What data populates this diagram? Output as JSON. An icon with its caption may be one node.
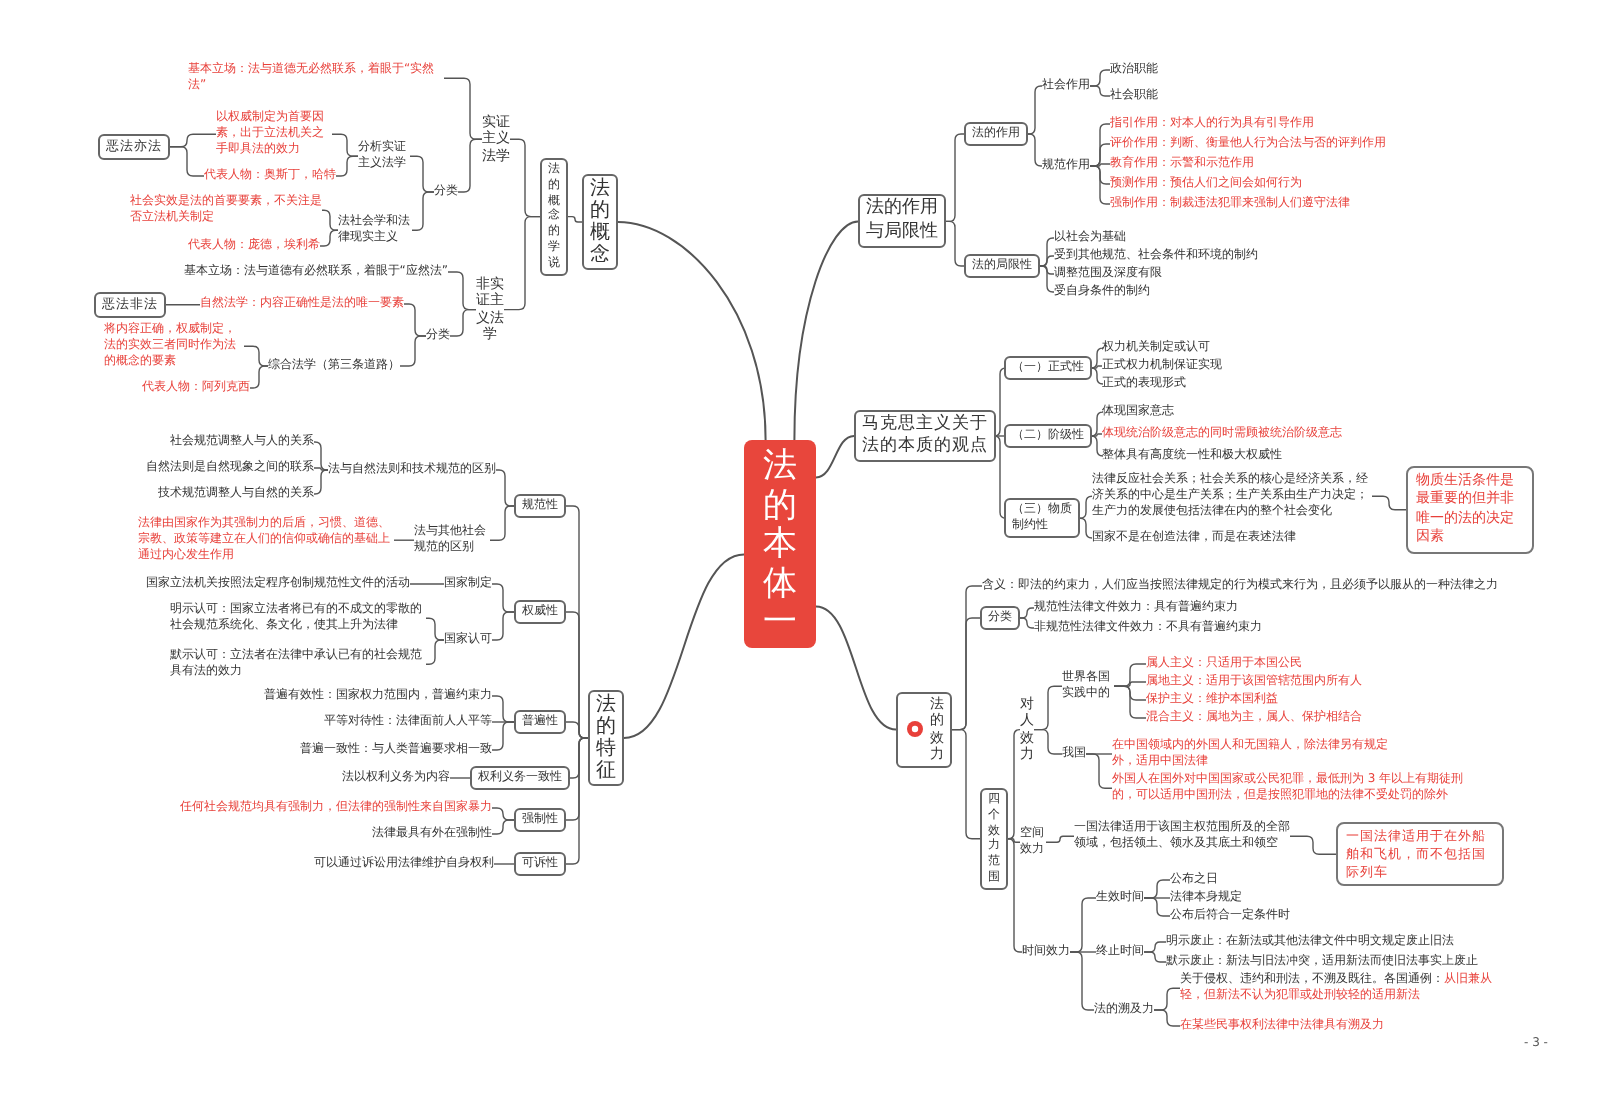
{
  "diagram": {
    "nodes": [
      {
        "text": [
          "法的本体一"
        ]
      },
      {
        "text": [
          "法的概念"
        ]
      },
      {
        "text": [
          "法的概念的学说"
        ]
      },
      {
        "text": [
          "实证主义法学"
        ]
      },
      {
        "text": [
          "非实证主义法学"
        ]
      },
      {
        "text": [
          "基本立场：法与道德无必然联系，着眼于“实然法”"
        ]
      },
      {
        "text": [
          "分类"
        ]
      },
      {
        "text": [
          "分析实证主义法学"
        ]
      },
      {
        "text": [
          "以权威制定为首要因素，出于立法机关之手即具法的效力"
        ]
      },
      {
        "text": [
          "代表人物：奥斯丁，哈特"
        ]
      },
      {
        "text": [
          "恶法亦法"
        ]
      },
      {
        "text": [
          "法社会学和法律现实主义"
        ]
      },
      {
        "text": [
          "社会实效是法的首要要素，不关注是否立法机关制定"
        ]
      },
      {
        "text": [
          "代表人物：庞德，埃利希"
        ]
      },
      {
        "text": [
          "基本立场：法与道德有必然联系，着眼于“应然法”"
        ]
      },
      {
        "text": [
          "恶法非法"
        ]
      },
      {
        "text": [
          "自然法学：内容正确性是法的唯一要素"
        ]
      },
      {
        "text": [
          "分类"
        ]
      },
      {
        "text": [
          "将内容正确，权威制定，法的实效三者同时作为法的概念的要素"
        ]
      },
      {
        "text": [
          "综合法学（第三条道路）"
        ]
      },
      {
        "text": [
          "代表人物：阿列克西"
        ]
      },
      {
        "text": [
          "法的特征"
        ]
      },
      {
        "text": [
          "规范性"
        ]
      },
      {
        "text": [
          "法与自然法则和技术规范的区别"
        ]
      },
      {
        "text": [
          "社会规范调整人与人的关系"
        ]
      },
      {
        "text": [
          "自然法则是自然现象之间的联系"
        ]
      },
      {
        "text": [
          "技术规范调整人与自然的关系"
        ]
      },
      {
        "text": [
          "法与其他社会规范的区别"
        ]
      },
      {
        "text": [
          "法律由国家作为其强制力的后盾，习惯、道德、宗教、政策等建立在人们的信仰或确信的基础上通过内心发生作用"
        ]
      },
      {
        "text": [
          "权威性"
        ]
      },
      {
        "text": [
          "国家制定"
        ]
      },
      {
        "text": [
          "国家立法机关按照法定程序创制规范性文件的活动"
        ]
      },
      {
        "text": [
          "国家认可"
        ]
      },
      {
        "text": [
          "明示认可：国家立法者将已有的不成文的零散的社会规范系统化、条文化，使其上升为法律"
        ]
      },
      {
        "text": [
          "默示认可：立法者在法律中承认已有的社会规范具有法的效力"
        ]
      },
      {
        "text": [
          "普遍性"
        ]
      },
      {
        "text": [
          "普遍有效性：国家权力范围内，普遍约束力"
        ]
      },
      {
        "text": [
          "平等对待性：法律面前人人平等"
        ]
      },
      {
        "text": [
          "普遍一致性：与人类普遍要求相一致"
        ]
      },
      {
        "text": [
          "权利义务一致性"
        ]
      },
      {
        "text": [
          "法以权利义务为内容"
        ]
      },
      {
        "text": [
          "强制性"
        ]
      },
      {
        "text": [
          "任何社会规范均具有强制力，但法律的强制性来自国家暴力"
        ]
      },
      {
        "text": [
          "法律最具有外在强制性"
        ]
      },
      {
        "text": [
          "可诉性"
        ]
      },
      {
        "text": [
          "可以通过诉讼用法律维护自身权利"
        ]
      },
      {
        "text": [
          "法的作用与局限性"
        ]
      },
      {
        "text": [
          "法的作用"
        ]
      },
      {
        "text": [
          "社会作用"
        ]
      },
      {
        "text": [
          "政治职能"
        ]
      },
      {
        "text": [
          "社会职能"
        ]
      },
      {
        "text": [
          "规范作用"
        ]
      },
      {
        "text": [
          "指引作用：对本人的行为具有引导作用"
        ]
      },
      {
        "text": [
          "评价作用：判断、衡量他人行为合法与否的评判作用"
        ]
      },
      {
        "text": [
          "教育作用：示警和示范作用"
        ]
      },
      {
        "text": [
          "预测作用：预估人们之间会如何行为"
        ]
      },
      {
        "text": [
          "强制作用：制裁违法犯罪来强制人们遵守法律"
        ]
      },
      {
        "text": [
          "法的局限性"
        ]
      },
      {
        "text": [
          "以社会为基础"
        ]
      },
      {
        "text": [
          "受到其他规范、社会条件和环境的制约"
        ]
      },
      {
        "text": [
          "调整范围及深度有限"
        ]
      },
      {
        "text": [
          "受自身条件的制约"
        ]
      },
      {
        "text": [
          "马克思主义关于法的本质的观点"
        ]
      },
      {
        "text": [
          "（一）正式性"
        ]
      },
      {
        "text": [
          "权力机关制定或认可"
        ]
      },
      {
        "text": [
          "正式权力机制保证实现"
        ]
      },
      {
        "text": [
          "正式的表现形式"
        ]
      },
      {
        "text": [
          "（二）阶级性"
        ]
      },
      {
        "text": [
          "体现国家意志"
        ]
      },
      {
        "text": [
          "体现统治阶级意志的同时需顾被统治阶级意志"
        ]
      },
      {
        "text": [
          "整体具有高度统一性和极大权威性"
        ]
      },
      {
        "text": [
          "（三）物质制约性"
        ]
      },
      {
        "text": [
          "法律反应社会关系；社会关系的核心是经济关系，经济关系的中心是生产关系；生产关系由生产力决定；生产力的发展使包括法律在内的整个社会变化"
        ]
      },
      {
        "text": [
          "国家不是在创造法律，而是在表述法律"
        ]
      },
      {
        "text": [
          "物质生活条件是最重要的但并非唯一的法的决定因素"
        ]
      },
      {
        "text": [
          "法的效力"
        ]
      },
      {
        "text": [
          "含义：即法的约束力，人们应当按照法律规定的行为模式来行为，且必须予以服从的一种法律之力"
        ]
      },
      {
        "text": [
          "分类"
        ]
      },
      {
        "text": [
          "规范性法律文件效力：具有普遍约束力"
        ]
      },
      {
        "text": [
          "非规范性法律文件效力：不具有普遍约束力"
        ]
      },
      {
        "text": [
          "四个效力范围"
        ]
      },
      {
        "text": [
          "对人效力"
        ]
      },
      {
        "text": [
          "世界各国实践中的"
        ]
      },
      {
        "text": [
          "属人主义：只适用于本国公民"
        ]
      },
      {
        "text": [
          "属地主义：适用于该国管辖范围内所有人"
        ]
      },
      {
        "text": [
          "保护主义：维护本国利益"
        ]
      },
      {
        "text": [
          "混合主义：属地为主，属人、保护相结合"
        ]
      },
      {
        "text": [
          "我国"
        ]
      },
      {
        "text": [
          "在中国领域内的外国人和无国籍人，除法律另有规定外，适用中国法律"
        ]
      },
      {
        "text": [
          "外国人在国外对中国国家或公民犯罪，最低刑为 3 年以上有期徒刑的，可以适用中国刑法，但是按照犯罪地的法律不受处罚的除外"
        ]
      },
      {
        "text": [
          "空间效力"
        ]
      },
      {
        "text": [
          "一国法律适用于该国主权范围所及的全部领域，包括领土、领水及其底土和领空"
        ]
      },
      {
        "text": [
          "一国法律适用于在外船舶和飞机，而不包括国际列车"
        ]
      },
      {
        "text": [
          "时间效力"
        ]
      },
      {
        "text": [
          "生效时间"
        ]
      },
      {
        "text": [
          "公布之日"
        ]
      },
      {
        "text": [
          "法律本身规定"
        ]
      },
      {
        "text": [
          "公布后符合一定条件时"
        ]
      },
      {
        "text": [
          "终止时间"
        ]
      },
      {
        "text": [
          "明示废止：在新法或其他法律文件中明文规定废止旧法"
        ]
      },
      {
        "text": [
          "默示废止：新法与旧法冲突，适用新法而使旧法事实上废止"
        ]
      },
      {
        "text": [
          "法的溯及力"
        ]
      },
      {
        "text": [
          "关于侵权、违约和刑法，不溯及既往。各国通例：",
          "从旧兼从轻，但新法不认为犯罪或处刑较轻的适用新法"
        ]
      },
      {
        "text": [
          "在某些民事权利法律中法律具有溯及力"
        ]
      }
    ],
    "edges": [
      {
        "from": 0,
        "to": 1,
        "arrow": "none"
      },
      {
        "from": 1,
        "to": 2,
        "arrow": "none"
      },
      {
        "from": 2,
        "to": 3,
        "arrow": "none"
      },
      {
        "from": 2,
        "to": 4,
        "arrow": "none"
      },
      {
        "from": 3,
        "to": 5,
        "arrow": "none"
      },
      {
        "from": 3,
        "to": 6,
        "arrow": "none"
      },
      {
        "from": 6,
        "to": 7,
        "arrow": "none"
      },
      {
        "from": 6,
        "to": 11,
        "arrow": "none"
      },
      {
        "from": 7,
        "to": 8,
        "arrow": "none"
      },
      {
        "from": 7,
        "to": 9,
        "arrow": "none"
      },
      {
        "from": 10,
        "to": 8,
        "arrow": "none"
      },
      {
        "from": 10,
        "to": 9,
        "arrow": "none"
      },
      {
        "from": 11,
        "to": 12,
        "arrow": "none"
      },
      {
        "from": 11,
        "to": 13,
        "arrow": "none"
      },
      {
        "from": 4,
        "to": 14,
        "arrow": "none"
      },
      {
        "from": 4,
        "to": 17,
        "arrow": "none"
      },
      {
        "from": 15,
        "to": 16,
        "arrow": "none"
      },
      {
        "from": 17,
        "to": 16,
        "arrow": "none"
      },
      {
        "from": 17,
        "to": 19,
        "arrow": "none"
      },
      {
        "from": 19,
        "to": 18,
        "arrow": "none"
      },
      {
        "from": 19,
        "to": 20,
        "arrow": "none"
      },
      {
        "from": 0,
        "to": 21,
        "arrow": "none"
      },
      {
        "from": 21,
        "to": 22,
        "arrow": "none"
      },
      {
        "from": 21,
        "to": 29,
        "arrow": "none"
      },
      {
        "from": 21,
        "to": 35,
        "arrow": "none"
      },
      {
        "from": 21,
        "to": 39,
        "arrow": "none"
      },
      {
        "from": 21,
        "to": 41,
        "arrow": "none"
      },
      {
        "from": 21,
        "to": 44,
        "arrow": "none"
      },
      {
        "from": 22,
        "to": 23,
        "arrow": "none"
      },
      {
        "from": 22,
        "to": 27,
        "arrow": "none"
      },
      {
        "from": 23,
        "to": 24,
        "arrow": "none"
      },
      {
        "from": 23,
        "to": 25,
        "arrow": "none"
      },
      {
        "from": 23,
        "to": 26,
        "arrow": "none"
      },
      {
        "from": 27,
        "to": 28,
        "arrow": "none"
      },
      {
        "from": 29,
        "to": 30,
        "arrow": "none"
      },
      {
        "from": 29,
        "to": 32,
        "arrow": "none"
      },
      {
        "from": 30,
        "to": 31,
        "arrow": "none"
      },
      {
        "from": 32,
        "to": 33,
        "arrow": "none"
      },
      {
        "from": 32,
        "to": 34,
        "arrow": "none"
      },
      {
        "from": 35,
        "to": 36,
        "arrow": "none"
      },
      {
        "from": 35,
        "to": 37,
        "arrow": "none"
      },
      {
        "from": 35,
        "to": 38,
        "arrow": "none"
      },
      {
        "from": 39,
        "to": 40,
        "arrow": "none"
      },
      {
        "from": 41,
        "to": 42,
        "arrow": "none"
      },
      {
        "from": 41,
        "to": 43,
        "arrow": "none"
      },
      {
        "from": 44,
        "to": 45,
        "arrow": "none"
      },
      {
        "from": 0,
        "to": 46,
        "arrow": "none"
      },
      {
        "from": 46,
        "to": 47,
        "arrow": "none"
      },
      {
        "from": 46,
        "to": 57,
        "arrow": "none"
      },
      {
        "from": 47,
        "to": 48,
        "arrow": "none"
      },
      {
        "from": 47,
        "to": 51,
        "arrow": "none"
      },
      {
        "from": 48,
        "to": 49,
        "arrow": "none"
      },
      {
        "from": 48,
        "to": 50,
        "arrow": "none"
      },
      {
        "from": 51,
        "to": 52,
        "arrow": "none"
      },
      {
        "from": 51,
        "to": 53,
        "arrow": "none"
      },
      {
        "from": 51,
        "to": 54,
        "arrow": "none"
      },
      {
        "from": 51,
        "to": 55,
        "arrow": "none"
      },
      {
        "from": 51,
        "to": 56,
        "arrow": "none"
      },
      {
        "from": 57,
        "to": 58,
        "arrow": "none"
      },
      {
        "from": 57,
        "to": 59,
        "arrow": "none"
      },
      {
        "from": 57,
        "to": 60,
        "arrow": "none"
      },
      {
        "from": 57,
        "to": 61,
        "arrow": "none"
      },
      {
        "from": 0,
        "to": 62,
        "arrow": "none"
      },
      {
        "from": 62,
        "to": 63,
        "arrow": "none"
      },
      {
        "from": 62,
        "to": 67,
        "arrow": "none"
      },
      {
        "from": 62,
        "to": 71,
        "arrow": "none"
      },
      {
        "from": 63,
        "to": 64,
        "arrow": "none"
      },
      {
        "from": 63,
        "to": 65,
        "arrow": "none"
      },
      {
        "from": 63,
        "to": 66,
        "arrow": "none"
      },
      {
        "from": 67,
        "to": 68,
        "arrow": "none"
      },
      {
        "from": 67,
        "to": 69,
        "arrow": "none"
      },
      {
        "from": 67,
        "to": 70,
        "arrow": "none"
      },
      {
        "from": 71,
        "to": 72,
        "arrow": "none"
      },
      {
        "from": 71,
        "to": 73,
        "arrow": "none"
      },
      {
        "from": 72,
        "to": 74,
        "arrow": "none"
      },
      {
        "from": 0,
        "to": 75,
        "arrow": "none"
      },
      {
        "from": 75,
        "to": 76,
        "arrow": "none"
      },
      {
        "from": 75,
        "to": 77,
        "arrow": "none"
      },
      {
        "from": 75,
        "to": 80,
        "arrow": "none"
      },
      {
        "from": 77,
        "to": 78,
        "arrow": "none"
      },
      {
        "from": 77,
        "to": 79,
        "arrow": "none"
      },
      {
        "from": 80,
        "to": 81,
        "arrow": "none"
      },
      {
        "from": 80,
        "to": 90,
        "arrow": "none"
      },
      {
        "from": 80,
        "to": 93,
        "arrow": "none"
      },
      {
        "from": 81,
        "to": 82,
        "arrow": "none"
      },
      {
        "from": 81,
        "to": 87,
        "arrow": "none"
      },
      {
        "from": 82,
        "to": 83,
        "arrow": "none"
      },
      {
        "from": 82,
        "to": 84,
        "arrow": "none"
      },
      {
        "from": 82,
        "to": 85,
        "arrow": "none"
      },
      {
        "from": 82,
        "to": 86,
        "arrow": "none"
      },
      {
        "from": 87,
        "to": 88,
        "arrow": "none"
      },
      {
        "from": 87,
        "to": 89,
        "arrow": "none"
      },
      {
        "from": 90,
        "to": 91,
        "arrow": "none"
      },
      {
        "from": 91,
        "to": 92,
        "arrow": "none"
      },
      {
        "from": 93,
        "to": 94,
        "arrow": "none"
      },
      {
        "from": 93,
        "to": 98,
        "arrow": "none"
      },
      {
        "from": 93,
        "to": 101,
        "arrow": "none"
      },
      {
        "from": 94,
        "to": 95,
        "arrow": "none"
      },
      {
        "from": 94,
        "to": 96,
        "arrow": "none"
      },
      {
        "from": 94,
        "to": 97,
        "arrow": "none"
      },
      {
        "from": 98,
        "to": 99,
        "arrow": "none"
      },
      {
        "from": 98,
        "to": 100,
        "arrow": "none"
      },
      {
        "from": 101,
        "to": 102,
        "arrow": "none"
      },
      {
        "from": 101,
        "to": 103,
        "arrow": "none"
      }
    ],
    "labels": [
      "- 3 -"
    ]
  }
}
